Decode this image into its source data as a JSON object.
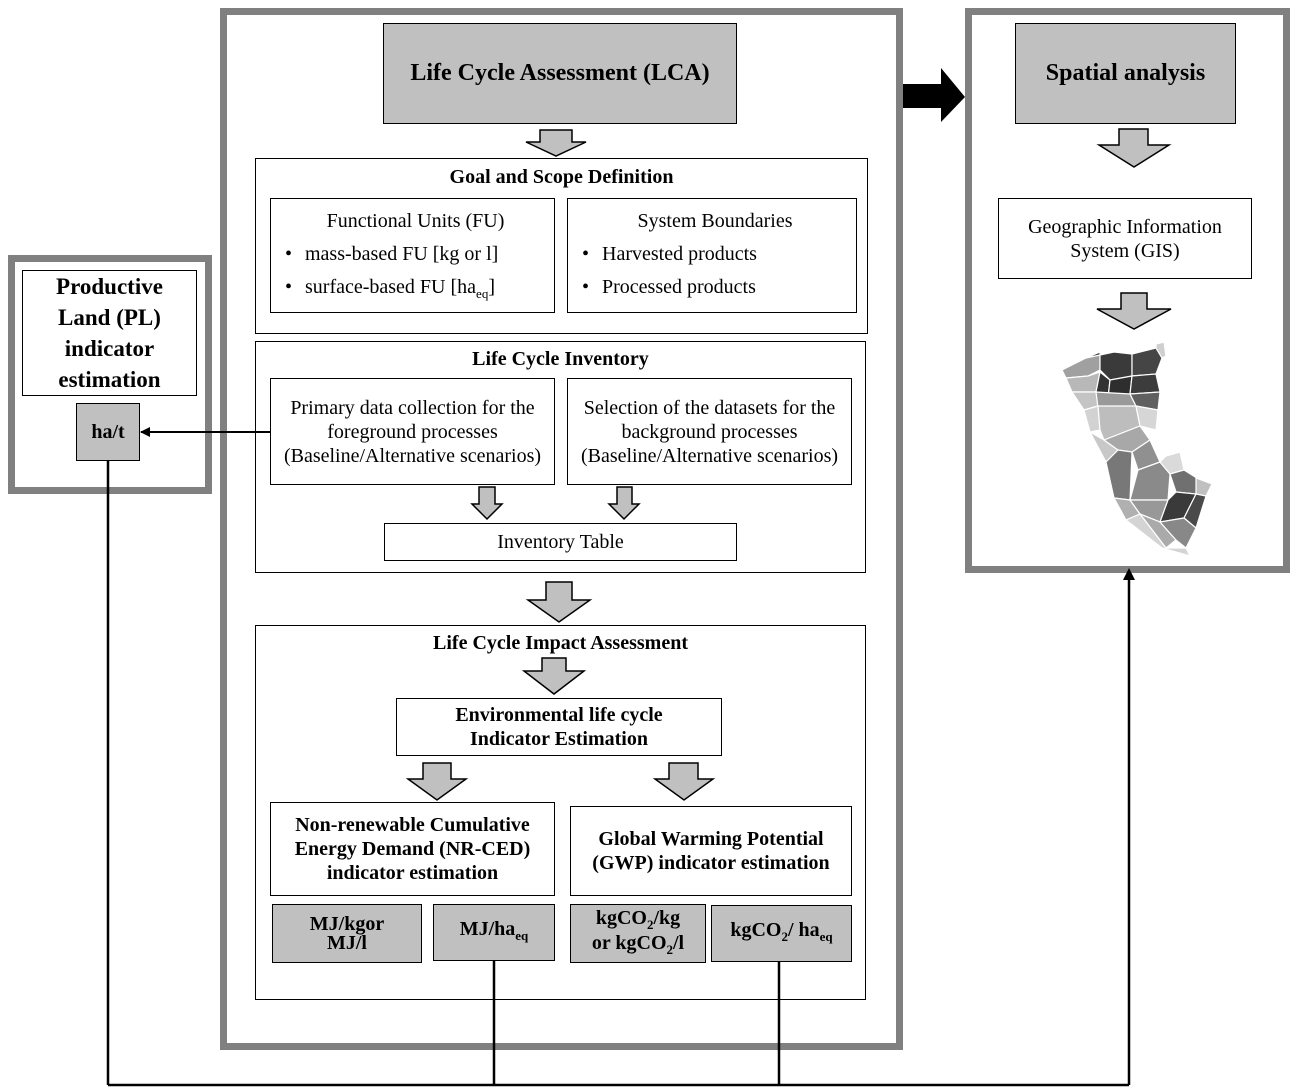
{
  "lca": {
    "title": "Life Cycle Assessment (LCA)",
    "goal": {
      "header": "Goal and Scope Definition",
      "fu": {
        "title": "Functional Units  (FU)",
        "item1": "mass-based FU [kg or l]",
        "item2_pre": "surface-based FU [ha",
        "item2_sub": "eq",
        "item2_post": "]"
      },
      "boundaries": {
        "title": "System Boundaries",
        "items": [
          "Harvested products",
          "Processed products"
        ]
      }
    },
    "inventory": {
      "header": "Life Cycle Inventory",
      "primary": "Primary data collection for the foreground processes (Baseline/Alternative scenarios)",
      "selection": "Selection of the datasets for the background processes (Baseline/Alternative scenarios)",
      "table": "Inventory Table"
    },
    "impact": {
      "header": "Life Cycle Impact Assessment",
      "env": "Environmental life cycle Indicator Estimation",
      "nrced": "Non-renewable Cumulative Energy Demand (NR-CED) indicator estimation",
      "gwp": "Global Warming Potential (GWP) indicator estimation",
      "units": {
        "mj_kg_line1": "MJ/kgor",
        "mj_kg_line2": "MJ/l",
        "mj_ha_main": "MJ/ha",
        "mj_ha_sub": "eq",
        "kgco2_l1_a": "kgCO",
        "kgco2_l1_sub": "2",
        "kgco2_l1_b": "/kg",
        "kgco2_l2_a": "or kgCO",
        "kgco2_l2_sub": "2",
        "kgco2_l2_b": "/l",
        "kgco2ha_a": "kgCO",
        "kgco2ha_sub": "2",
        "kgco2ha_b": "/ ha",
        "kgco2ha_sub2": "eq"
      }
    }
  },
  "pl": {
    "title": "Productive Land (PL) indicator estimation",
    "unit": "ha/t"
  },
  "spatial": {
    "title": "Spatial analysis",
    "gis": "Geographic Information System (GIS)"
  },
  "colors": {
    "panel_border": "#808080",
    "fill_gray": "#c0c0c0",
    "line": "#000000"
  }
}
